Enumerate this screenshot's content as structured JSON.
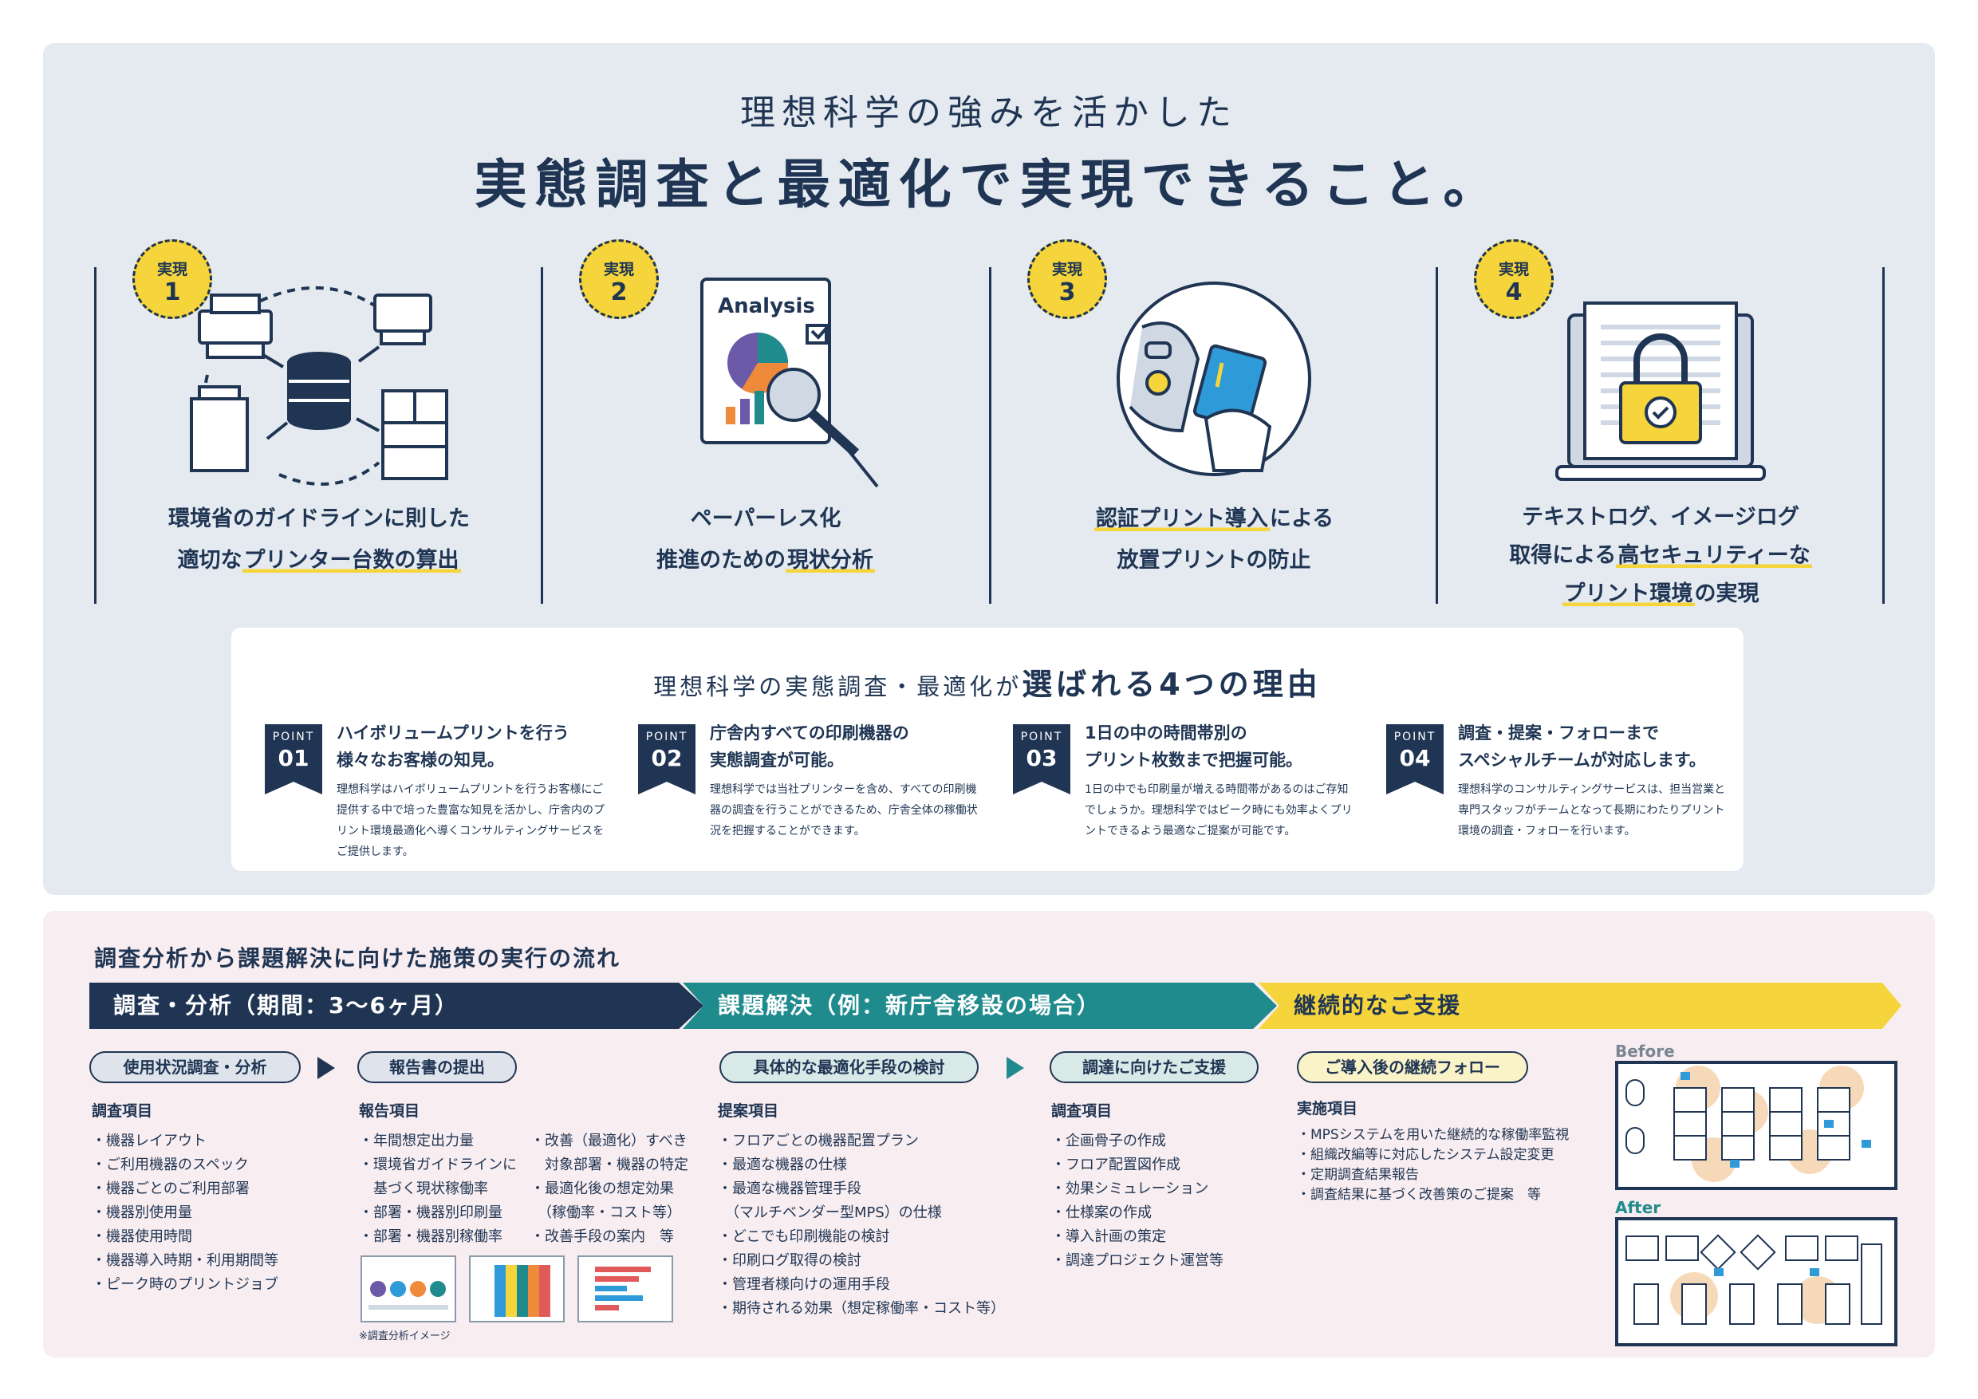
{
  "header": {
    "subtitle": "理想科学の強みを活かした",
    "title": "実態調査と最適化で実現できること。"
  },
  "cards": [
    {
      "badge_label": "実現",
      "badge_num": "1",
      "icon": "printer-network-database-icon",
      "line1": "環境省のガイドラインに則した",
      "line2_pre": "適切な",
      "line2_hl": "プリンター台数の算出",
      "line3_pre": "",
      "line3_hl": ""
    },
    {
      "badge_label": "実現",
      "badge_num": "2",
      "icon": "analysis-report-magnifier-icon",
      "analysis_label": "Analysis",
      "line1": "ペーパーレス化",
      "line2_pre": "推進のための",
      "line2_hl": "現状分析"
    },
    {
      "badge_label": "実現",
      "badge_num": "3",
      "icon": "id-card-authentication-icon",
      "line1_hl": "認証プリント導入",
      "line1_post": "による",
      "line2": "放置プリントの防止"
    },
    {
      "badge_label": "実現",
      "badge_num": "4",
      "icon": "laptop-security-lock-icon",
      "line1": "テキストログ、イメージログ",
      "line2_pre": "取得による",
      "line2_hl": "高セキュリティーな",
      "line3_hl": "プリント環境",
      "line3_post": "の実現"
    }
  ],
  "reasons": {
    "title_pre": "理想科学の実態調査・最適化が",
    "title_bold": "選ばれる4つの理由",
    "points": [
      {
        "label": "POINT",
        "num": "01",
        "title1": "ハイボリュームプリントを行う",
        "title2": "様々なお客様の知見。",
        "desc": "理想科学はハイボリュームプリントを行うお客様にご提供する中で培った豊富な知見を活かし、庁舎内のプリント環境最適化へ導くコンサルティングサービスをご提供します。"
      },
      {
        "label": "POINT",
        "num": "02",
        "title1": "庁舎内すべての印刷機器の",
        "title2": "実態調査が可能。",
        "desc": "理想科学では当社プリンターを含め、すべての印刷機器の調査を行うことができるため、庁舎全体の稼働状況を把握することができます。"
      },
      {
        "label": "POINT",
        "num": "03",
        "title1": "1日の中の時間帯別の",
        "title2": "プリント枚数まで把握可能。",
        "desc": "1日の中でも印刷量が増える時間帯があるのはご存知でしょうか。理想科学ではピーク時にも効率よくプリントできるよう最適なご提案が可能です。"
      },
      {
        "label": "POINT",
        "num": "04",
        "title1": "調査・提案・フォローまで",
        "title2": "スペシャルチームが対応します。",
        "desc": "理想科学のコンサルティングサービスは、担当営業と専門スタッフがチームとなって長期にわたりプリント環境の調査・フォローを行います。"
      }
    ]
  },
  "flow": {
    "title": "調査分析から課題解決に向けた施策の実行の流れ",
    "phases": [
      "調査・分析（期間：3〜6ヶ月）",
      "課題解決（例：新庁舎移設の場合）",
      "継続的なご支援"
    ],
    "steps": [
      {
        "label": "使用状況調査・分析",
        "heading": "調査項目",
        "items": [
          "・機器レイアウト",
          "・ご利用機器のスペック",
          "・機器ごとのご利用部署",
          "・機器別使用量",
          "・機器使用時間",
          "・機器導入時期・利用期間等",
          "・ピーク時のプリントジョブ"
        ]
      },
      {
        "label": "報告書の提出",
        "heading": "報告項目",
        "items": [
          "・年間想定出力量",
          "・環境省ガイドラインに",
          "　基づく現状稼働率",
          "・部署・機器別印刷量",
          "・部署・機器別稼働率"
        ],
        "items2": [
          "・改善（最適化）すべき",
          "　対象部署・機器の特定",
          "・最適化後の想定効果",
          "　（稼働率・コスト等）",
          "・改善手段の案内　等"
        ],
        "caption": "※調査分析イメージ"
      },
      {
        "label": "具体的な最適化手段の検討",
        "heading": "提案項目",
        "items": [
          "・フロアごとの機器配置プラン",
          "・最適な機器の仕様",
          "・最適な機器管理手段",
          "　（マルチベンダー型MPS）の仕様",
          "・どこでも印刷機能の検討",
          "・印刷ログ取得の検討",
          "・管理者様向けの運用手段",
          "・期待される効果（想定稼働率・コスト等）"
        ]
      },
      {
        "label": "調達に向けたご支援",
        "heading": "調査項目",
        "items": [
          "・企画骨子の作成",
          "・フロア配置図作成",
          "・効果シミュレーション",
          "・仕様案の作成",
          "・導入計画の策定",
          "・調達プロジェクト運営等"
        ]
      },
      {
        "label": "ご導入後の継続フォロー",
        "heading": "実施項目",
        "items": [
          "・MPSシステムを用いた継続的な稼働率監視",
          "・組織改編等に対応したシステム設定変更",
          "・定期調査結果報告",
          "・調査結果に基づく改善策のご提案　等"
        ]
      }
    ],
    "plans": {
      "before": "Before",
      "after": "After"
    }
  },
  "colors": {
    "navy": "#1f3553",
    "teal": "#1f8b8d",
    "yellow": "#f5d53b",
    "top_bg": "#e4eaf0",
    "bottom_bg": "#f8edf0"
  }
}
